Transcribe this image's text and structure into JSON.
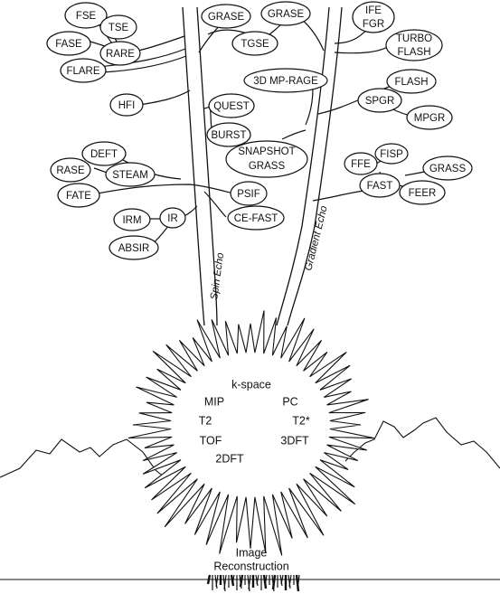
{
  "trunks": {
    "spin_echo": "Spin Echo",
    "gradient_echo": "Gradient Echo"
  },
  "center": {
    "top": "k-space",
    "left": [
      "MIP",
      "T2",
      "TOF"
    ],
    "right": [
      "PC",
      "T2*",
      "3DFT"
    ],
    "bottom": "2DFT"
  },
  "roots": {
    "label_line1": "Image",
    "label_line2": "Reconstruction"
  },
  "nodes": [
    {
      "id": "fse",
      "label": "FSE"
    },
    {
      "id": "tse",
      "label": "TSE"
    },
    {
      "id": "fase",
      "label": "FASE"
    },
    {
      "id": "rare",
      "label": "RARE"
    },
    {
      "id": "flare",
      "label": "FLARE"
    },
    {
      "id": "grase-left",
      "label": "GRASE"
    },
    {
      "id": "grase-right",
      "label": "GRASE"
    },
    {
      "id": "tgse",
      "label": "TGSE"
    },
    {
      "id": "ife-fgr",
      "label": [
        "IFE",
        "FGR"
      ]
    },
    {
      "id": "turbo-flash",
      "label": [
        "TURBO",
        "FLASH"
      ]
    },
    {
      "id": "hfi",
      "label": "HFI"
    },
    {
      "id": "quest",
      "label": "QUEST"
    },
    {
      "id": "burst",
      "label": "BURST"
    },
    {
      "id": "3d-mp-rage",
      "label": "3D MP-RAGE"
    },
    {
      "id": "flash",
      "label": "FLASH"
    },
    {
      "id": "spgr",
      "label": "SPGR"
    },
    {
      "id": "mpgr",
      "label": "MPGR"
    },
    {
      "id": "snapshot-grass",
      "label": [
        "SNAPSHOT",
        "GRASS"
      ]
    },
    {
      "id": "deft",
      "label": "DEFT"
    },
    {
      "id": "rase",
      "label": "RASE"
    },
    {
      "id": "steam",
      "label": "STEAM"
    },
    {
      "id": "fate",
      "label": "FATE"
    },
    {
      "id": "psif",
      "label": "PSIF"
    },
    {
      "id": "ce-fast",
      "label": "CE-FAST"
    },
    {
      "id": "irm",
      "label": "IRM"
    },
    {
      "id": "ir",
      "label": "IR"
    },
    {
      "id": "absir",
      "label": "ABSIR"
    },
    {
      "id": "ffe",
      "label": "FFE"
    },
    {
      "id": "fisp",
      "label": "FISP"
    },
    {
      "id": "grass",
      "label": "GRASS"
    },
    {
      "id": "fast",
      "label": "FAST"
    },
    {
      "id": "feer",
      "label": "FEER"
    }
  ]
}
